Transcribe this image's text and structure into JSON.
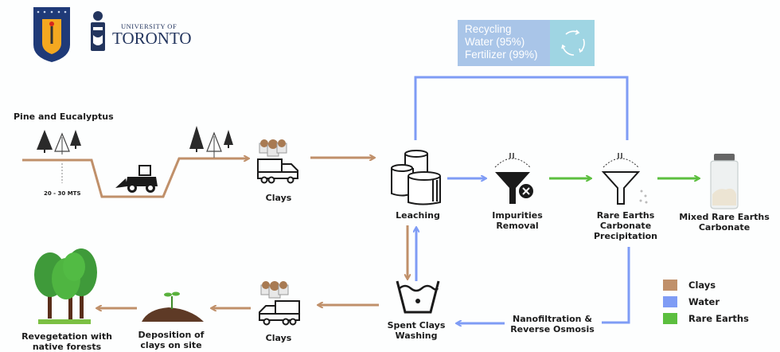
{
  "logos": {
    "left_logo": "university-crest",
    "right_logo": {
      "line1": "UNIVERSITY OF",
      "line2": "TORONTO"
    }
  },
  "recycling": {
    "title": "Recycling",
    "lines": [
      "Water (95%)",
      "Fertilizer (99%)"
    ],
    "icon": "recycle-icon"
  },
  "colors": {
    "clays": "#c0906a",
    "water": "#7f9cf5",
    "rare_earths": "#5cbf3f",
    "recycle_box": "#a9c5e8",
    "recycle_icon_bg": "#9fd5e3"
  },
  "nodes": {
    "forest": {
      "label": "Pine and Eucalyptus",
      "depth": "20 - 30 MTS"
    },
    "clays_top": {
      "label": "Clays"
    },
    "leaching": {
      "label": "Leaching"
    },
    "impurities": {
      "line1": "Impurities",
      "line2": "Removal"
    },
    "precipitation": {
      "line1": "Rare Earths",
      "line2": "Carbonate",
      "line3": "Precipitation"
    },
    "product": {
      "line1": "Mixed Rare Earths",
      "line2": "Carbonate"
    },
    "washing": {
      "line1": "Spent Clays",
      "line2": "Washing"
    },
    "nanofiltration": {
      "line1": "Nanofiltration &",
      "line2": "Reverse Osmosis"
    },
    "clays_bottom": {
      "label": "Clays"
    },
    "deposition": {
      "line1": "Deposition of",
      "line2": "clays on site"
    },
    "revegetation": {
      "line1": "Revegetation with",
      "line2": "native forests"
    }
  },
  "legend": [
    {
      "label": "Clays",
      "color": "#c0906a"
    },
    {
      "label": "Water",
      "color": "#7f9cf5"
    },
    {
      "label": "Rare Earths",
      "color": "#5cbf3f"
    }
  ]
}
